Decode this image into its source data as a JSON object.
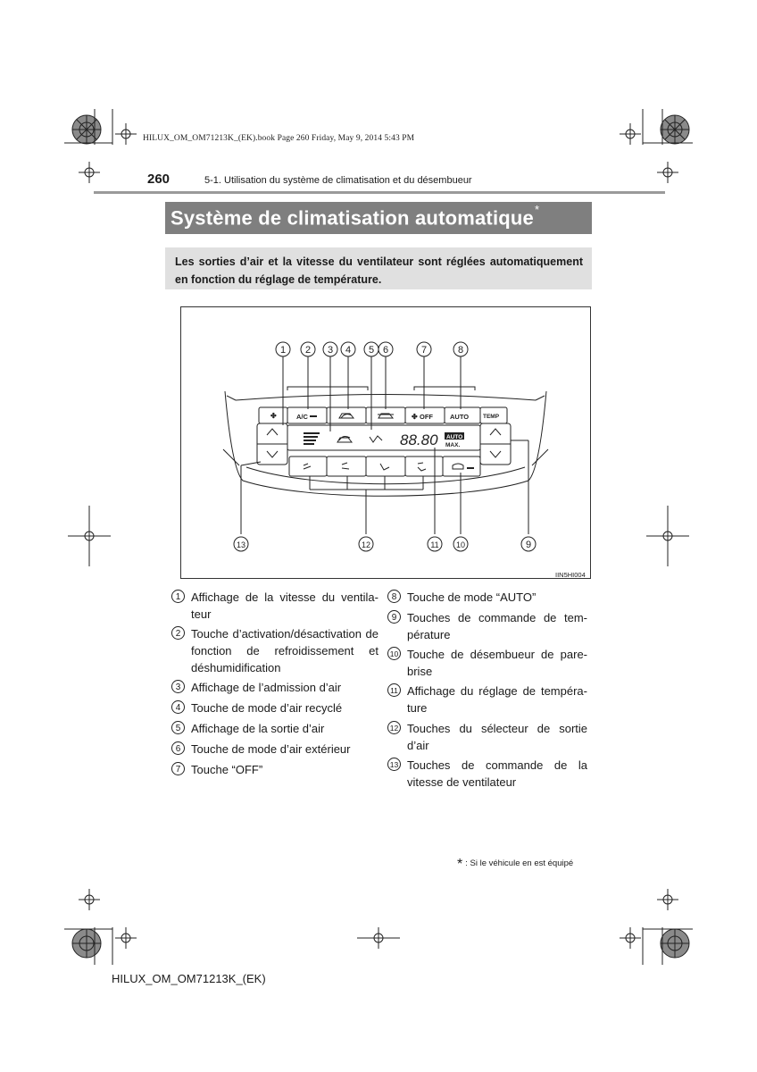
{
  "header": {
    "file_info": "HILUX_OM_OM71213K_(EK).book  Page 260  Friday, May 9, 2014  5:43 PM",
    "page_number": "260",
    "section": "5-1. Utilisation du système de climatisation et du désembueur"
  },
  "title": {
    "text": "Système de climatisation automatique",
    "mark": "*"
  },
  "intro": "Les sorties d’air et la vitesse du ventilateur sont réglées automatiquement en fonction du réglage de température.",
  "figure": {
    "code": "IIN5HI004",
    "panel_labels": {
      "ac": "A/C",
      "off": "OFF",
      "auto": "AUTO",
      "temp": "TEMP",
      "fan_sym": "✤",
      "display_value": "88.80",
      "auto_tag": "AUTO",
      "max_tag": "MAX."
    },
    "callouts": [
      "1",
      "2",
      "3",
      "4",
      "5",
      "6",
      "7",
      "8",
      "9",
      "10",
      "11",
      "12",
      "13"
    ]
  },
  "legend": {
    "left": [
      {
        "num": "1",
        "text": "Affichage de la vitesse du ventila-teur"
      },
      {
        "num": "2",
        "text": "Touche d’activation/désactivation de fonction de refroidissement et déshumidification"
      },
      {
        "num": "3",
        "text": "Affichage de l’admission d’air"
      },
      {
        "num": "4",
        "text": "Touche de mode d’air recyclé"
      },
      {
        "num": "5",
        "text": "Affichage de la sortie d’air"
      },
      {
        "num": "6",
        "text": "Touche de mode d’air extérieur"
      },
      {
        "num": "7",
        "text": "Touche “OFF”"
      }
    ],
    "right": [
      {
        "num": "8",
        "text": "Touche de mode “AUTO”"
      },
      {
        "num": "9",
        "text": "Touches de commande de tem-pérature"
      },
      {
        "num": "10",
        "text": "Touche de désembueur de pare-brise"
      },
      {
        "num": "11",
        "text": "Affichage du réglage de tempéra-ture"
      },
      {
        "num": "12",
        "text": "Touches du sélecteur de sortie d’air"
      },
      {
        "num": "13",
        "text": "Touches de commande de la vitesse de ventilateur"
      }
    ]
  },
  "footnote": {
    "mark": "*",
    "text": ": Si le véhicule en est équipé"
  },
  "footer": {
    "doc_code": "HILUX_OM_OM71213K_(EK)"
  }
}
